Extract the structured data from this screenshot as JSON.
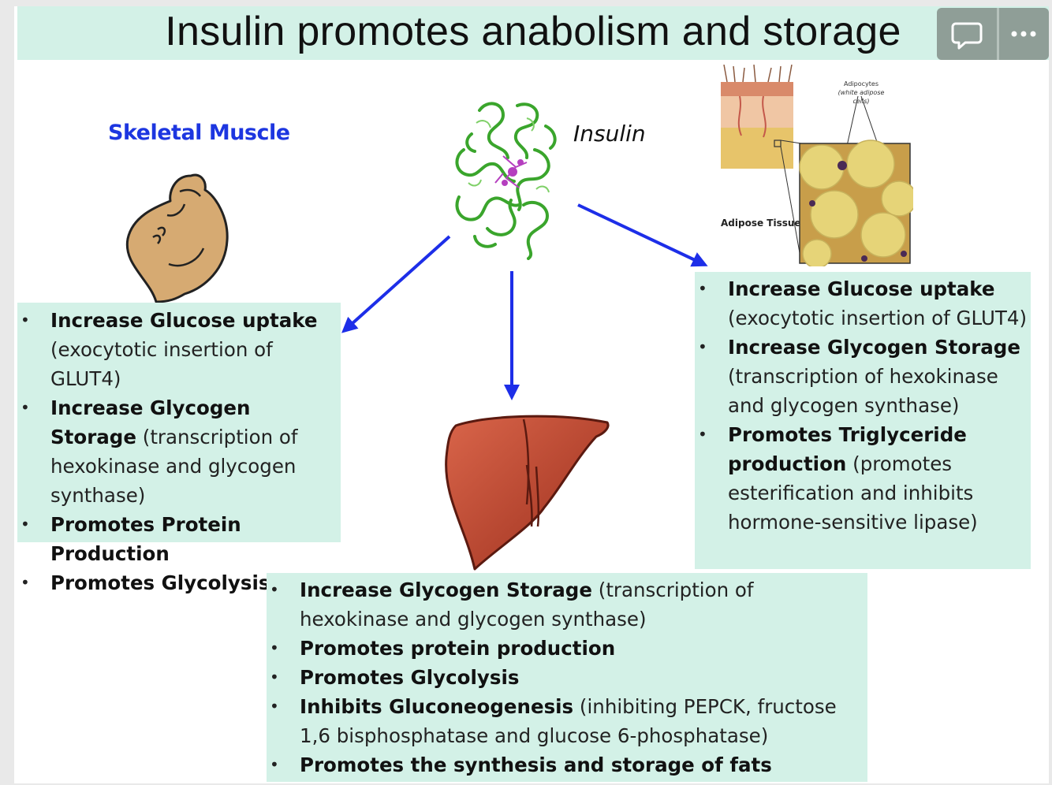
{
  "title": "Insulin promotes anabolism and storage",
  "controls": {
    "comment_icon": "speech-bubble-icon",
    "more_icon": "ellipsis-icon"
  },
  "labels": {
    "skeletal_muscle": "Skeletal Muscle",
    "insulin": "Insulin",
    "adipose_tissue": "Adipose Tissue",
    "adipocytes": "Adipocytes",
    "adipocytes_sub": "(white adipose cells)"
  },
  "muscle_box": {
    "items": [
      {
        "bold": "Increase Glucose uptake",
        "rest": " (exocytotic insertion of GLUT4)"
      },
      {
        "bold": "Increase Glycogen Storage",
        "rest": " (transcription of hexokinase and glycogen synthase)"
      },
      {
        "bold": "Promotes Protein Production",
        "rest": ""
      },
      {
        "bold": "Promotes Glycolysis",
        "rest": ""
      }
    ]
  },
  "adipose_box": {
    "items": [
      {
        "bold": "Increase Glucose uptake",
        "rest": " (exocytotic insertion of GLUT4)"
      },
      {
        "bold": "Increase Glycogen Storage",
        "rest": " (transcription of hexokinase and glycogen synthase)"
      },
      {
        "bold": "Promotes Triglyceride production",
        "rest": "  (promotes esterification and inhibits hormone-sensitive lipase)"
      }
    ]
  },
  "liver_box": {
    "items": [
      {
        "bold": "Increase Glycogen Storage",
        "rest": " (transcription of hexokinase and glycogen synthase)"
      },
      {
        "bold": "Promotes protein production",
        "rest": ""
      },
      {
        "bold": "Promotes Glycolysis",
        "rest": ""
      },
      {
        "bold": "Inhibits Gluconeogenesis",
        "rest": " (inhibiting PEPCK, fructose 1,6 bisphosphatase and glucose 6-phosphatase)"
      },
      {
        "bold": "Promotes the synthesis and storage of fats",
        "rest": ""
      }
    ]
  },
  "colors": {
    "box_bg": "#d3f1e7",
    "arrow": "#1d2ee8",
    "muscle_label": "#1d36e0",
    "liver": "#b8422a",
    "protein": "#3aa52c"
  }
}
